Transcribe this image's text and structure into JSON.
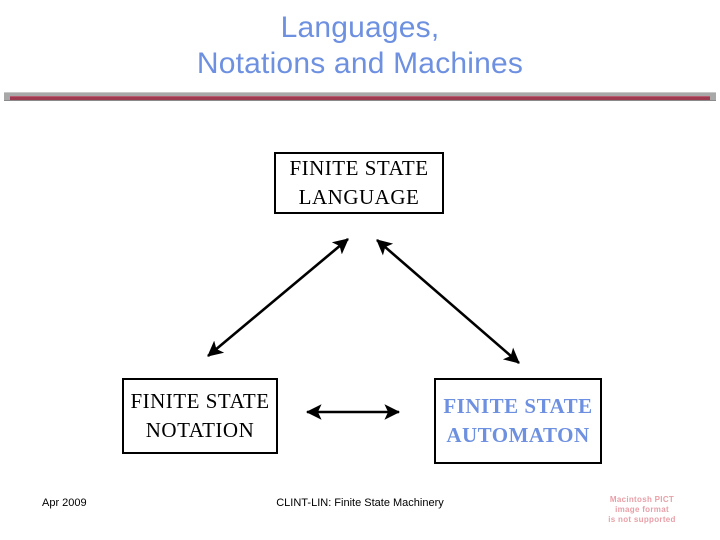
{
  "slide": {
    "title": "Languages,\nNotations and Machines",
    "title_color": "#6E90E0",
    "divider_color": "#9E3A50"
  },
  "diagram": {
    "nodes": [
      {
        "id": "finite-state-language",
        "label": "FINITE STATE\nLANGUAGE",
        "color": "#000000"
      },
      {
        "id": "finite-state-notation",
        "label": "FINITE STATE\nNOTATION",
        "color": "#000000"
      },
      {
        "id": "finite-state-automaton",
        "label": "FINITE STATE\nAUTOMATON",
        "color": "#6E90E0"
      }
    ],
    "edges": [
      {
        "id": "notation-language",
        "from": "finite-state-notation",
        "to": "finite-state-language",
        "style": "double-headed"
      },
      {
        "id": "language-automaton",
        "from": "finite-state-language",
        "to": "finite-state-automaton",
        "style": "double-headed"
      },
      {
        "id": "notation-automaton",
        "from": "finite-state-notation",
        "to": "finite-state-automaton",
        "style": "double-headed"
      }
    ]
  },
  "footer": {
    "date": "Apr 2009",
    "center": "CLINT-LIN: Finite State Machinery"
  },
  "placeholder": {
    "line1": "Macintosh PICT",
    "line2": "image format",
    "line3": "is not supported",
    "color": "#E8A0A8"
  }
}
